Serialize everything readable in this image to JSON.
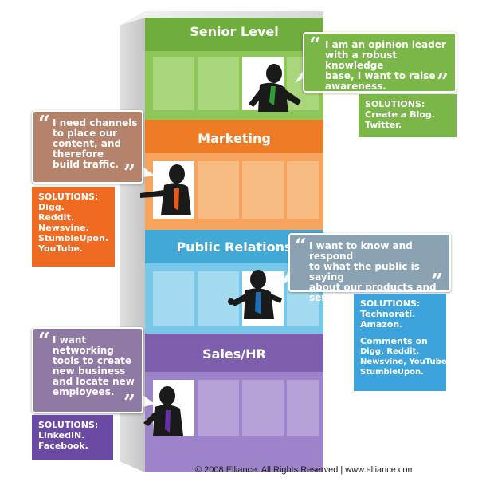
{
  "colors": {
    "senior": "#7ab648",
    "marketing": "#f08a3a",
    "pr": "#4bb1da",
    "sales": "#8b6fb8"
  },
  "levels": [
    {
      "key": "senior",
      "title": "Senior Level"
    },
    {
      "key": "marketing",
      "title": "Marketing"
    },
    {
      "key": "pr",
      "title": "Public Relations"
    },
    {
      "key": "sales",
      "title": "Sales/HR"
    }
  ],
  "bubbles": {
    "senior": "I am an opinion leader\nwith a robust knowledge\nbase, I want to raise\nawareness.",
    "marketing": "I need channels\nto place our\ncontent, and\ntherefore\nbuild traffic.",
    "pr": "I want to know and respond\nto what the public is saying\nabout our products and\nservices.",
    "sales": "I want\nnetworking\ntools to create\nnew business\nand locate new\nemployees."
  },
  "quote_open": "“",
  "quote_close": "”",
  "solutions": {
    "senior": [
      "SOLUTIONS:",
      "Create a Blog.",
      "Twitter."
    ],
    "marketing": [
      "SOLUTIONS:",
      "Digg.",
      "Reddit.",
      "Newsvine.",
      "StumbleUpon.",
      "YouTube."
    ],
    "pr": [
      "SOLUTIONS:",
      "Technorati.",
      "Amazon."
    ],
    "pr_comments": [
      "Comments on",
      "Digg, Reddit,",
      "Newsvine, YouTube,",
      "StumbleUpon."
    ],
    "sales": [
      "SOLUTIONS:",
      "LinkedIN.",
      "Facebook."
    ]
  },
  "footer": "© 2008 Elliance. All Rights Reserved  |  www.elliance.com"
}
